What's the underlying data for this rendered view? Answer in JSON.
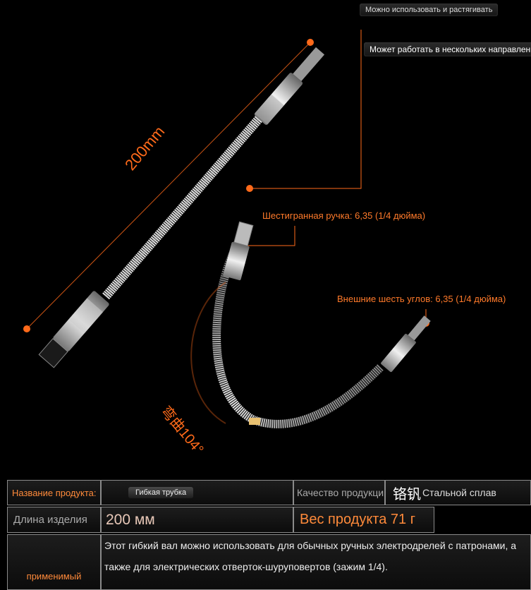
{
  "photo": {
    "callouts": {
      "stretch": "Можно использовать и растягивать",
      "directions": "Может работать в нескольких направлениях",
      "hex_handle": "Шестигранная ручка: 6,35 (1/4 дюйма)",
      "outer_hex": "Внешние шесть углов: 6,35 (1/4 дюйма)"
    },
    "length_label": "200mm",
    "bend_label": "弯曲104°",
    "accent_color": "#ff6a1a"
  },
  "specs": {
    "name_label": "Название продукта:",
    "name_value": "Гибкая трубка",
    "quality_label": "Качество продукции",
    "quality_cn": "铬钒",
    "quality_value": "Стальной сплав",
    "length_label": "Длина изделия",
    "length_value": "200 мм",
    "weight_value": "Вес продукта 71 г",
    "usage_label": "применимый",
    "usage_text": "Этот гибкий вал можно использовать для обычных ручных электродрелей с патронами, а также для электрических отверток-шуруповертов (зажим 1/4)."
  }
}
